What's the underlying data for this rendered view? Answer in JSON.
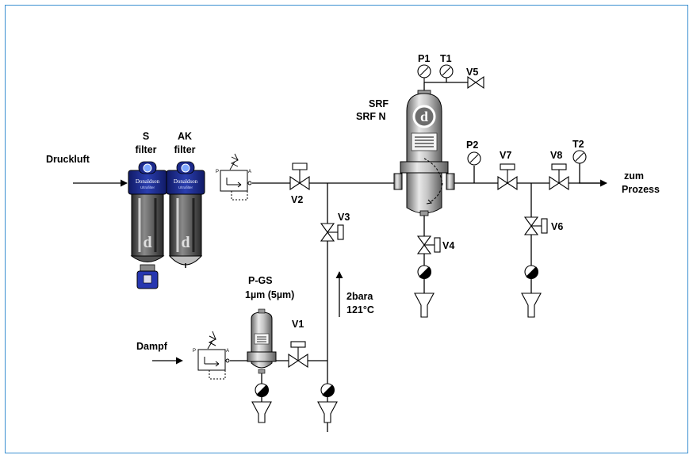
{
  "labels": {
    "druckluft": "Druckluft",
    "dampf": "Dampf",
    "s_filter_line1": "S",
    "s_filter_line2": "filter",
    "ak_filter_line1": "AK",
    "ak_filter_line2": "filter",
    "srf_line1": "SRF",
    "srf_line2": "SRF N",
    "pgs_line1": "P-GS",
    "pgs_line2": "1µm (5µm)",
    "steam_cond_line1": "2bara",
    "steam_cond_line2": "121°C",
    "outlet_line1": "zum",
    "outlet_line2": "Prozess",
    "p1": "P1",
    "t1": "T1",
    "p2": "P2",
    "t2": "T2",
    "v1": "V1",
    "v2": "V2",
    "v3": "V3",
    "v4": "V4",
    "v5": "V5",
    "v6": "V6",
    "v7": "V7",
    "v8": "V8",
    "reg_p": "P",
    "reg_a": "A",
    "brand": "Donaldson",
    "brand_sub": "Ultrafilter"
  },
  "colors": {
    "frame": "#3a8fd0",
    "line": "#000000",
    "filter_blue": "#1c2a8c",
    "filter_body": "#5a5a5a",
    "vessel": "#a8a8a8"
  }
}
